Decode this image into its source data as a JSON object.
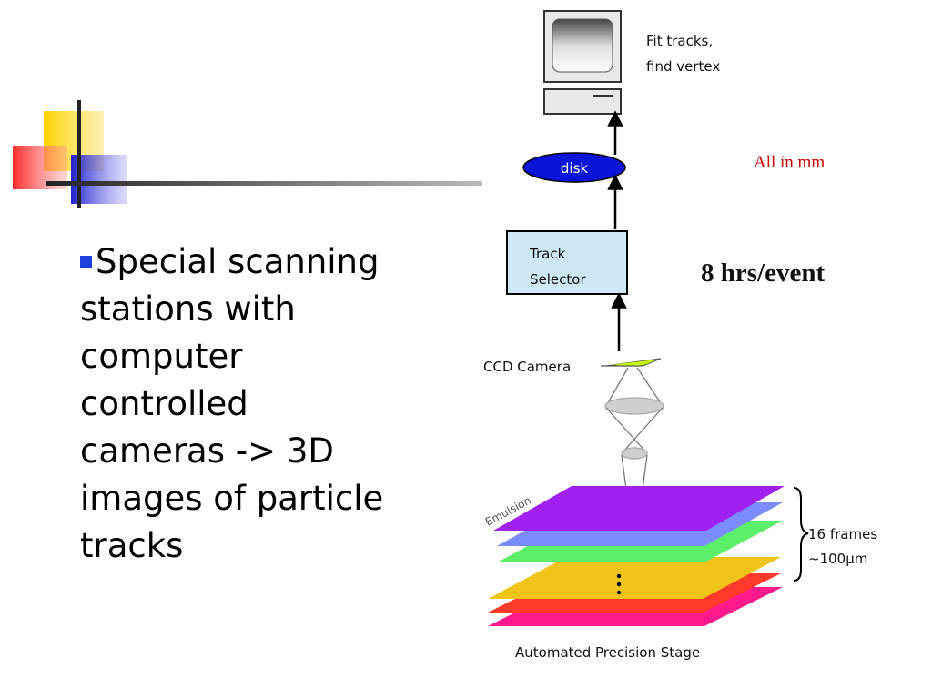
{
  "slide": {
    "bullet_lines": [
      "Special scanning",
      "stations with",
      "computer",
      "controlled",
      "cameras -> 3D",
      "images of particle",
      "tracks"
    ]
  },
  "diagram": {
    "computer_label_1": "Fit tracks,",
    "computer_label_2": "find vertex",
    "disk_label": "disk",
    "units_note": "All in mm",
    "track_selector_1": "Track",
    "track_selector_2": "Selector",
    "rate_note": "8 hrs/event",
    "camera_label": "CCD Camera",
    "emulsion_label": "Emulsion",
    "frames_label_1": "16 frames",
    "frames_label_2": "~100µm",
    "stage_label": "Automated Precision Stage"
  },
  "colors": {
    "bullet": "#1f3fdc",
    "disk": "#0a14d8",
    "units_note": "#cc0000",
    "track_selector_fill": "#cfe8f5",
    "layer_purple": "#a020f0",
    "layer_blue": "#7a8cff",
    "layer_green": "#5cf06a",
    "layer_yellow": "#f0c418",
    "layer_red": "#ff3a2a",
    "layer_pink": "#ff1a8c",
    "camera": "#c8ff00"
  }
}
